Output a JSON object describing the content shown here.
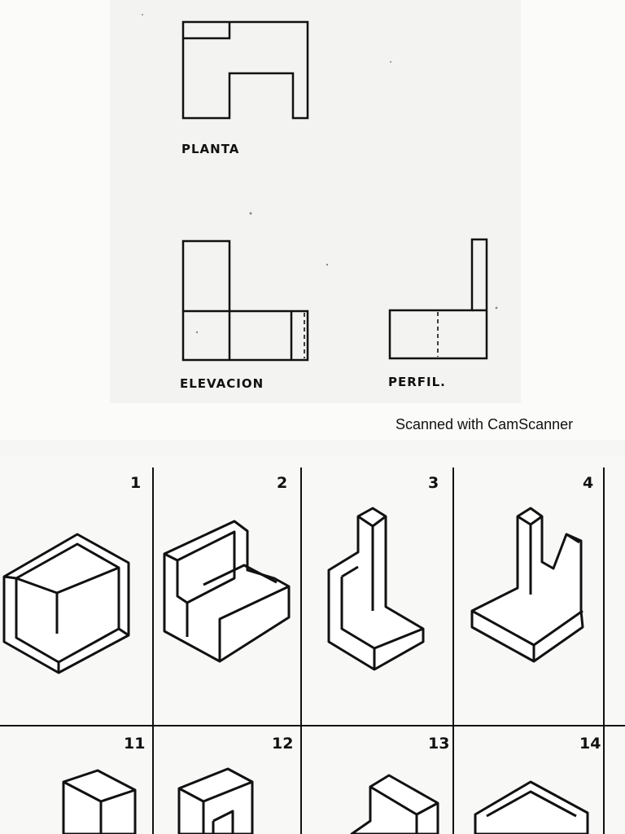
{
  "views": {
    "plan_label": "PLANTA",
    "elevation_label": "ELEVACION",
    "profile_label": "PERFIL."
  },
  "watermark": "Scanned with CamScanner",
  "exercises": {
    "row1": [
      "1",
      "2",
      "3",
      "4"
    ],
    "row2": [
      "11",
      "12",
      "13",
      "14"
    ]
  }
}
